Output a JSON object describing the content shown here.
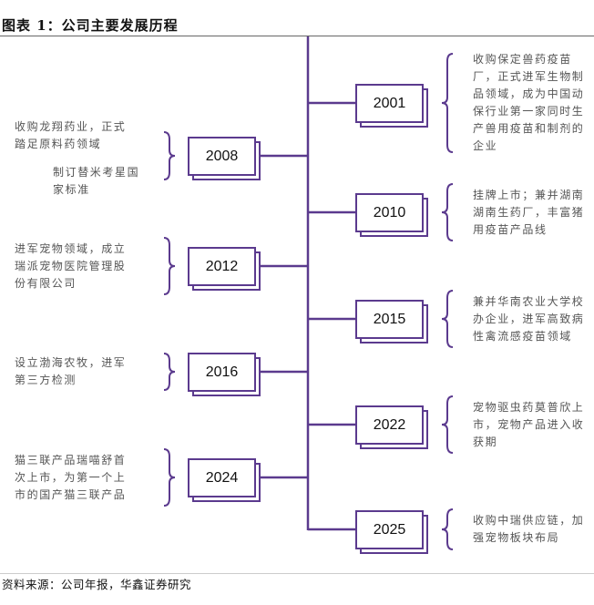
{
  "title": "图表 1：公司主要发展历程",
  "footer": "资料来源：公司年报，华鑫证券研究",
  "colors": {
    "accent": "#5b3a8e",
    "text": "#555555"
  },
  "events_right": [
    {
      "year": "2001",
      "desc": "收购保定兽药疫苗\n厂，正式进军生物制\n品领域，成为中国动\n保行业第一家同时生\n产兽用疫苗和制剂的\n企业"
    },
    {
      "year": "2010",
      "desc": "挂牌上市；兼并湖南\n湖南生药厂，丰富猪\n用疫苗产品线"
    },
    {
      "year": "2015",
      "desc": "兼并华南农业大学校\n办企业，进军高致病\n性禽流感疫苗领域"
    },
    {
      "year": "2022",
      "desc": "宠物驱虫药莫普欣上\n市，宠物产品进入收\n获期"
    },
    {
      "year": "2025",
      "desc": "收购中瑞供应链，加\n强宠物板块布局"
    }
  ],
  "events_left": [
    {
      "year": "2008",
      "desc": "收购龙翔药业，正式\n踏足原料药领域",
      "desc2": "制订替米考星国\n家标准"
    },
    {
      "year": "2012",
      "desc": "进军宠物领域，成立\n瑞派宠物医院管理股\n份有限公司"
    },
    {
      "year": "2016",
      "desc": "设立渤海农牧，进军\n第三方检测"
    },
    {
      "year": "2024",
      "desc": "猫三联产品瑞喵舒首\n次上市，为第一个上\n市的国产猫三联产品"
    }
  ]
}
